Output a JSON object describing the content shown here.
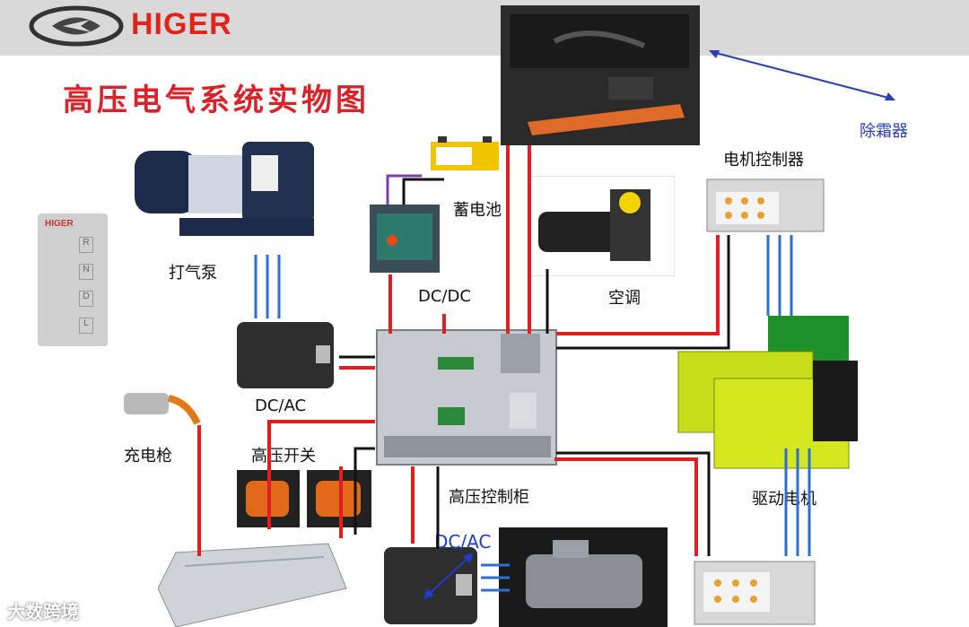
{
  "header": {
    "brand": "HIGER"
  },
  "title": "高压电气系统实物图",
  "labels": {
    "defroster": "除霜器",
    "motor_controller": "电机控制器",
    "battery": "蓄电池",
    "air_pump": "打气泵",
    "dcdc": "DC/DC",
    "air_conditioner": "空调",
    "dcac_left": "DC/AC",
    "charging_gun": "充电枪",
    "hv_switch": "高压开关",
    "hv_control_cabinet": "高压控制柜",
    "drive_motor": "驱动电机",
    "dcac_bottom": "DC/AC"
  },
  "gear_panel": [
    "HIGER",
    "R",
    "N",
    "D",
    "L"
  ],
  "watermark": "大数跨境",
  "colors": {
    "hv_cable": "#e02020",
    "lv_cable": "#111111",
    "signal": "#2c6fd1",
    "brand": "#e2231a",
    "title": "#d8232a"
  }
}
